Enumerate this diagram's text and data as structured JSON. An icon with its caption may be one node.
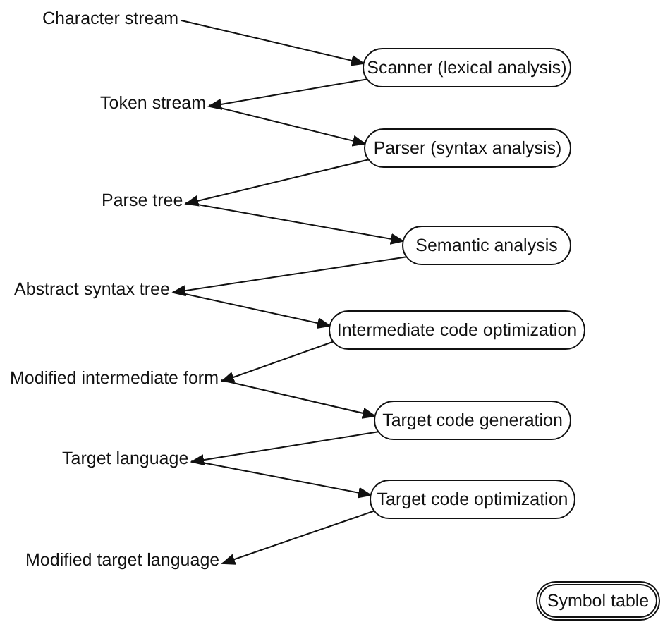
{
  "diagram": {
    "nodes": [
      {
        "text": [
          "Character stream"
        ]
      },
      {
        "text": [
          "Scanner (lexical analysis)"
        ]
      },
      {
        "text": [
          "Token stream"
        ]
      },
      {
        "text": [
          "Parser (syntax analysis)"
        ]
      },
      {
        "text": [
          "Parse tree"
        ]
      },
      {
        "text": [
          "Semantic analysis"
        ]
      },
      {
        "text": [
          "Abstract syntax tree"
        ]
      },
      {
        "text": [
          "Intermediate code optimization"
        ]
      },
      {
        "text": [
          "Modified intermediate form"
        ]
      },
      {
        "text": [
          "Target code generation"
        ]
      },
      {
        "text": [
          "Target language"
        ]
      },
      {
        "text": [
          "Target code optimization"
        ]
      },
      {
        "text": [
          "Modified target language"
        ]
      },
      {
        "text": [
          "Symbol table"
        ]
      }
    ],
    "edges": [
      {
        "from": 0,
        "to": 1,
        "arrow": "to"
      },
      {
        "from": 1,
        "to": 2,
        "arrow": "to"
      },
      {
        "from": 2,
        "to": 3,
        "arrow": "to"
      },
      {
        "from": 3,
        "to": 4,
        "arrow": "to"
      },
      {
        "from": 4,
        "to": 5,
        "arrow": "to"
      },
      {
        "from": 5,
        "to": 6,
        "arrow": "to"
      },
      {
        "from": 6,
        "to": 7,
        "arrow": "to"
      },
      {
        "from": 7,
        "to": 8,
        "arrow": "to"
      },
      {
        "from": 8,
        "to": 9,
        "arrow": "to"
      },
      {
        "from": 9,
        "to": 10,
        "arrow": "to"
      },
      {
        "from": 10,
        "to": 11,
        "arrow": "to"
      },
      {
        "from": 11,
        "to": 12,
        "arrow": "to"
      }
    ]
  }
}
